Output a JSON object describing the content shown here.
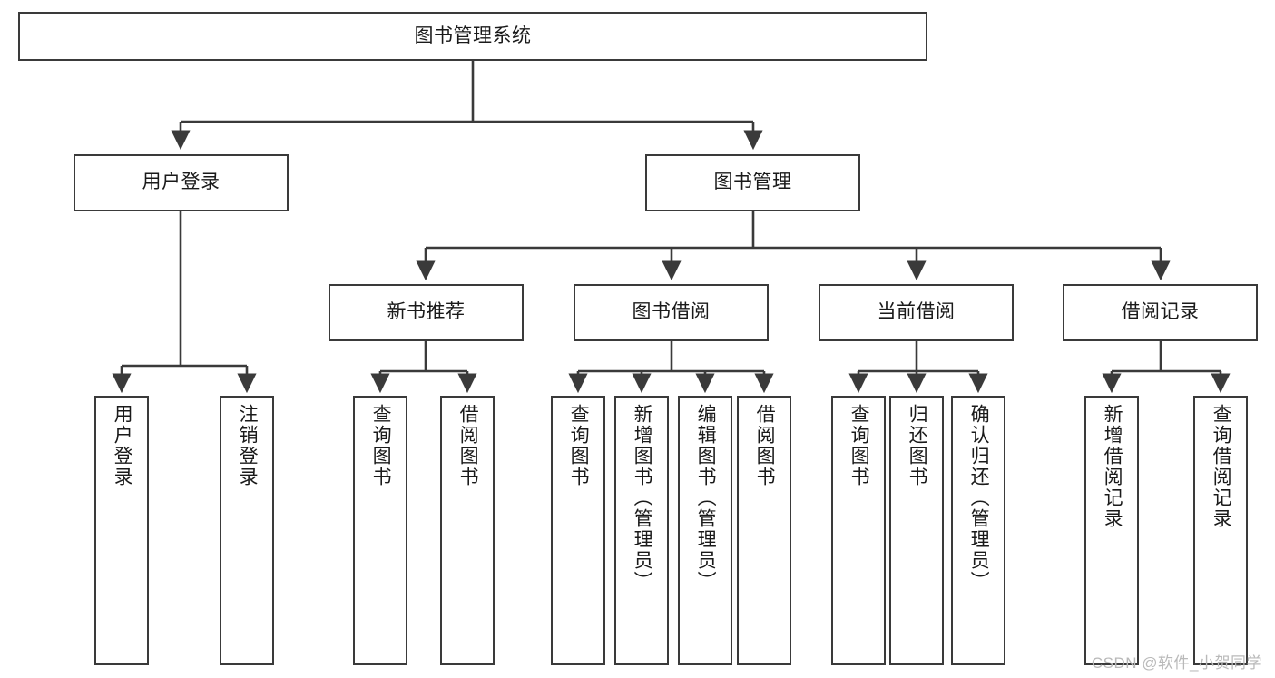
{
  "diagram": {
    "type": "tree",
    "title": "图书管理系统",
    "root": {
      "id": "root",
      "label": "图书管理系统"
    },
    "level2": [
      {
        "id": "user-login",
        "label": "用户登录"
      },
      {
        "id": "book-manage",
        "label": "图书管理"
      }
    ],
    "level3": [
      {
        "id": "new-book-rec",
        "label": "新书推荐",
        "parent": "book-manage"
      },
      {
        "id": "book-borrow",
        "label": "图书借阅",
        "parent": "book-manage"
      },
      {
        "id": "current-borrow",
        "label": "当前借阅",
        "parent": "book-manage"
      },
      {
        "id": "borrow-record",
        "label": "借阅记录",
        "parent": "book-manage"
      }
    ],
    "leaves": [
      {
        "id": "leaf-user-login",
        "label": "用户登录",
        "parent": "user-login"
      },
      {
        "id": "leaf-user-logout",
        "label": "注销登录",
        "parent": "user-login"
      },
      {
        "id": "leaf-query-book-1",
        "label": "查询图书",
        "parent": "new-book-rec"
      },
      {
        "id": "leaf-borrow-book-1",
        "label": "借阅图书",
        "parent": "new-book-rec"
      },
      {
        "id": "leaf-query-book-2",
        "label": "查询图书",
        "parent": "book-borrow"
      },
      {
        "id": "leaf-add-book",
        "label": "新增图书（管理员）",
        "parent": "book-borrow"
      },
      {
        "id": "leaf-edit-book",
        "label": "编辑图书（管理员）",
        "parent": "book-borrow"
      },
      {
        "id": "leaf-borrow-book-2",
        "label": "借阅图书",
        "parent": "book-borrow"
      },
      {
        "id": "leaf-query-book-3",
        "label": "查询图书",
        "parent": "current-borrow"
      },
      {
        "id": "leaf-return-book",
        "label": "归还图书",
        "parent": "current-borrow"
      },
      {
        "id": "leaf-confirm-return",
        "label": "确认归还（管理员）",
        "parent": "current-borrow"
      },
      {
        "id": "leaf-add-record",
        "label": "新增借阅记录",
        "parent": "borrow-record"
      },
      {
        "id": "leaf-query-record",
        "label": "查询借阅记录",
        "parent": "borrow-record"
      }
    ]
  },
  "watermark": {
    "text": "CSDN @软件_小贺同学"
  },
  "colors": {
    "border": "#3a3a3a",
    "background": "#ffffff",
    "text": "#1a1a1a",
    "watermark": "#b9b9b9"
  }
}
